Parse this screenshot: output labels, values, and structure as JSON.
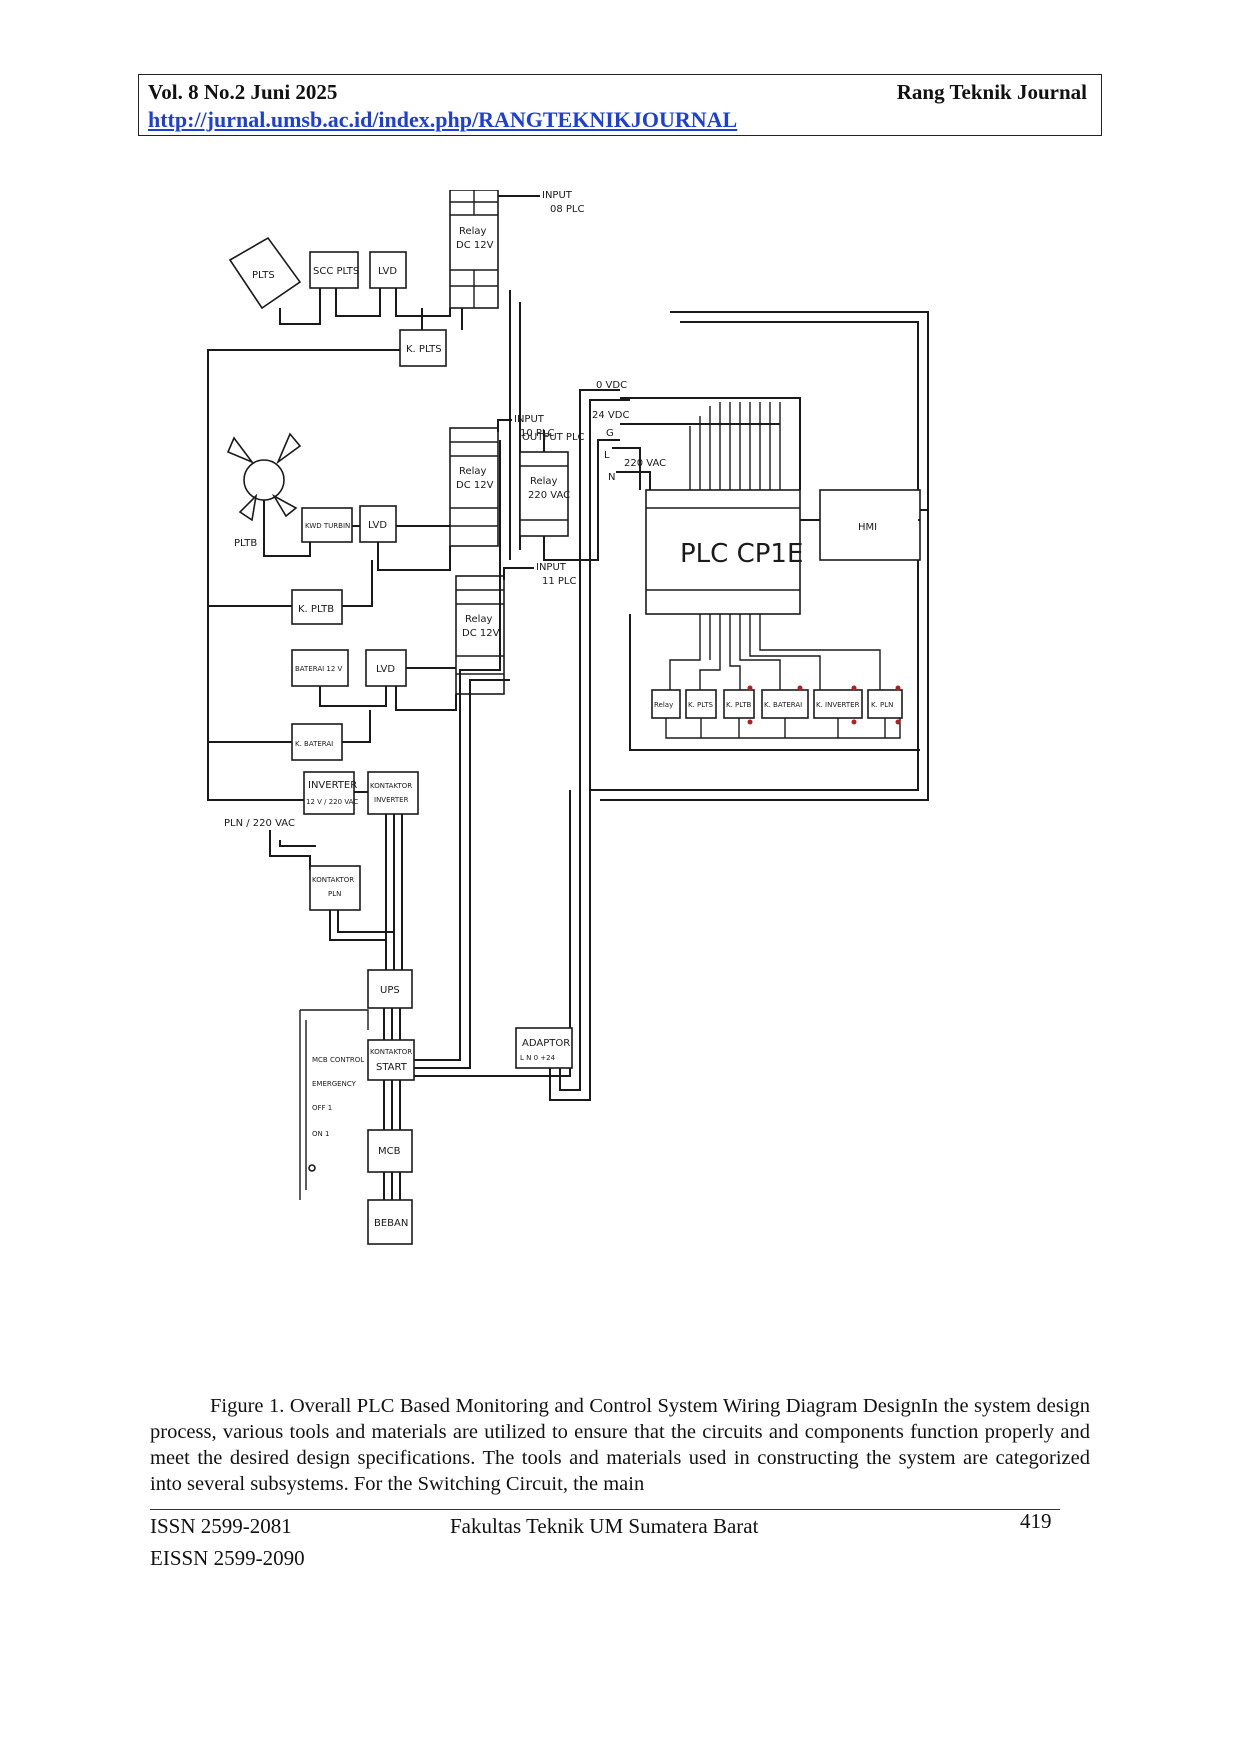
{
  "header": {
    "volume": "Vol. 8 No.2 Juni 2025",
    "journal": "Rang Teknik Journal",
    "url": "http://jurnal.umsb.ac.id/index.php/RANGTEKNIKJOURNAL"
  },
  "figure": {
    "labels": {
      "plts": "PLTS",
      "scc_plts": "SCC PLTS",
      "lvd": "LVD",
      "relay_dc": "Relay",
      "relay_dc_v": "DC 12V",
      "input_08": "INPUT",
      "input_08_b": "08 PLC",
      "input_10": "INPUT",
      "input_10_b": "10 PLC",
      "input_11": "INPUT",
      "input_11_b": "11 PLC",
      "k_plts": "K. PLTS",
      "pltb": "PLTB",
      "kwd_turbin": "KWD TURBIN",
      "k_pltb": "K. PLTB",
      "baterai": "BATERAI 12 V",
      "k_baterai": "K. BATERAI",
      "inverter": "INVERTER",
      "inverter_v": "12 V / 220 VAC",
      "kontaktor_inverter": "KONTAKTOR",
      "kontaktor_inverter_b": "INVERTER",
      "pln": "PLN / 220 VAC",
      "kontaktor_pln": "KONTAKTOR",
      "kontaktor_pln_b": "PLN",
      "ups": "UPS",
      "kontaktor_start": "KONTAKTOR",
      "kontaktor_start_b": "START",
      "mcb": "MCB",
      "beban": "BEBAN",
      "adaptor": "ADAPTOR",
      "adaptor_pins": "L N 0 +24",
      "output_plc": "OUTPUT PLC",
      "relay_vac": "Relay",
      "relay_vac_v": "220 VAC",
      "vdc0": "0 VDC",
      "vdc24": "24 VDC",
      "g": "G",
      "l": "L",
      "n": "N",
      "vac220": "220 VAC",
      "plc": "PLC CP1E",
      "hmi": "HMI",
      "plc_out_relay": "Relay",
      "plc_out_kplts": "K. PLTS",
      "plc_out_kpltb": "K. PLTB",
      "plc_out_kbaterai": "K. BATERAI",
      "plc_out_kinverter": "K. INVERTER",
      "plc_out_kpln": "K. PLN",
      "mcb_control": "MCB CONTROL",
      "emergency": "EMERGENCY",
      "off": "OFF 1",
      "on": "ON 1"
    }
  },
  "caption": {
    "line1": "Figure 1. Overall PLC Based Monitoring and Control System Wiring Diagram DesignIn the system design process, various tools and materials are utilized to ensure that the circuits and components function properly and meet the desired design specifications. The tools and materials used in constructing the system are categorized into several subsystems. For the Switching Circuit, the main"
  },
  "footer": {
    "issn": "ISSN 2599-2081",
    "eissn": "EISSN 2599-2090",
    "faculty": "Fakultas Teknik UM Sumatera Barat",
    "page": "419"
  }
}
